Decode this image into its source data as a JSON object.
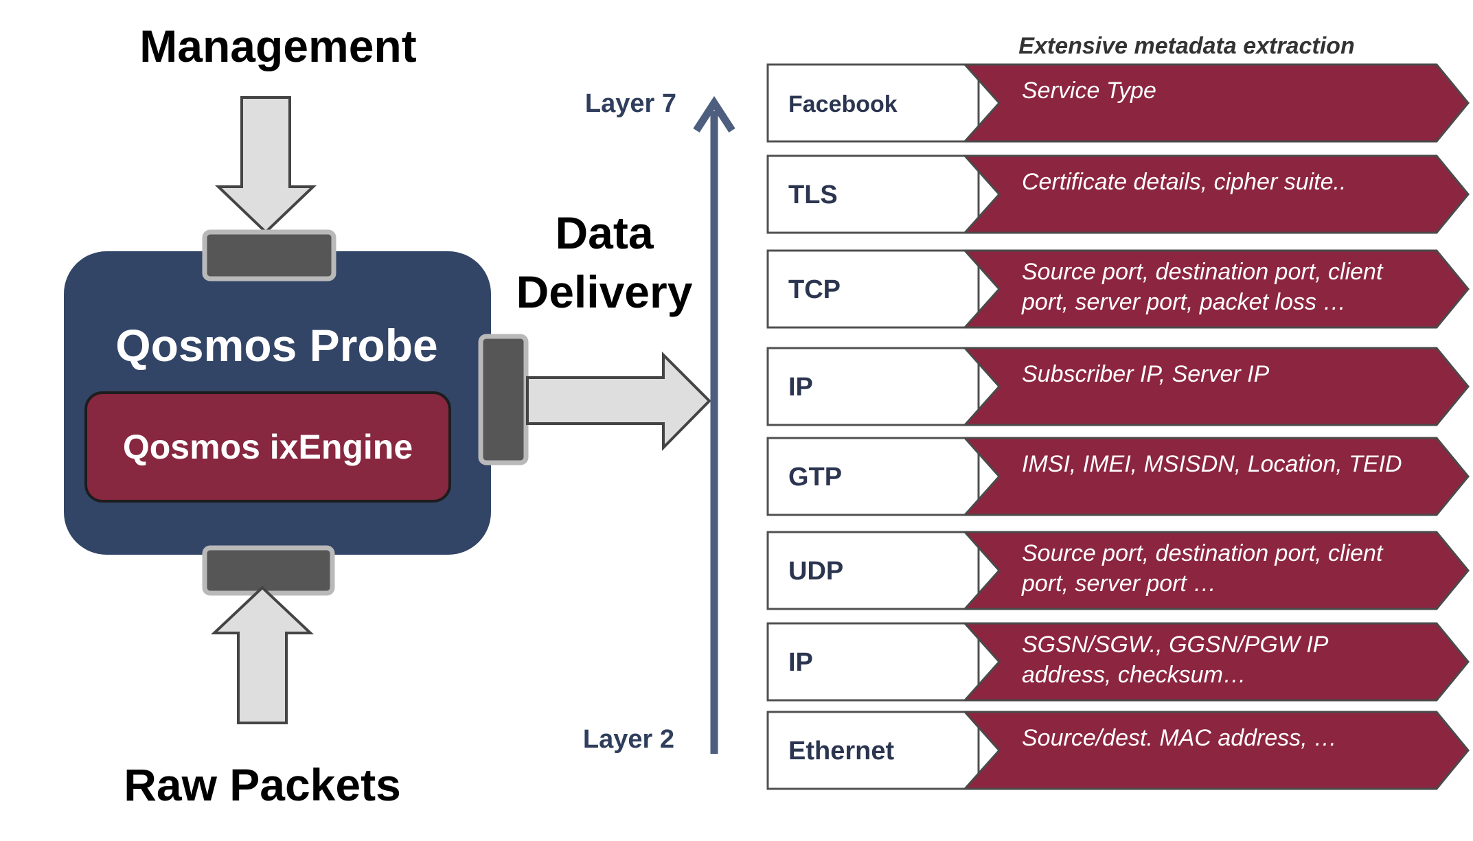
{
  "management_label": "Management",
  "raw_packets_label": "Raw Packets",
  "probe_title": "Qosmos Probe",
  "engine_title": "Qosmos ixEngine",
  "data_delivery_label": [
    "Data",
    "Delivery"
  ],
  "layer_top_label": "Layer 7",
  "layer_bottom_label": "Layer 2",
  "extraction_title": "Extensive metadata extraction",
  "colors": {
    "probe_box": "#324567",
    "engine_box": "#872740",
    "metadata_arrow": "#8c2540",
    "layer_axis": "#4d5e7e",
    "connector": "#565656",
    "big_arrow_fill": "#dedede"
  },
  "layers": [
    {
      "protocol": "Facebook",
      "metadata": [
        "Service Type"
      ]
    },
    {
      "protocol": "TLS",
      "metadata": [
        "Certificate details, cipher suite.."
      ]
    },
    {
      "protocol": "TCP",
      "metadata": [
        "Source port, destination port, client",
        "port, server port, packet loss …"
      ]
    },
    {
      "protocol": "IP",
      "metadata": [
        "Subscriber IP, Server IP"
      ]
    },
    {
      "protocol": "GTP",
      "metadata": [
        "IMSI, IMEI, MSISDN, Location, TEID"
      ]
    },
    {
      "protocol": "UDP",
      "metadata": [
        "Source port, destination port, client",
        "port, server port …"
      ]
    },
    {
      "protocol": "IP",
      "metadata": [
        "SGSN/SGW., GGSN/PGW IP",
        "address, checksum…"
      ]
    },
    {
      "protocol": "Ethernet",
      "metadata": [
        "Source/dest. MAC address, …"
      ]
    }
  ]
}
